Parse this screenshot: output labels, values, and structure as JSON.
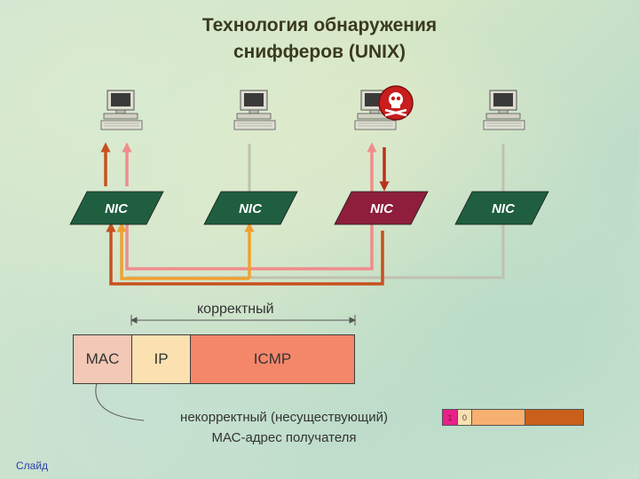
{
  "slide": {
    "title_line1": "Технология обнаружения",
    "title_line2": "снифферов (UNIX)",
    "footer": "Слайд"
  },
  "nodes": [
    {
      "label": "NIC",
      "color": "#1f5e3f",
      "sniffer": false
    },
    {
      "label": "NIC",
      "color": "#1f5e3f",
      "sniffer": false
    },
    {
      "label": "NIC",
      "color": "#8e1e3c",
      "sniffer": true
    },
    {
      "label": "NIC",
      "color": "#1f5e3f",
      "sniffer": false
    }
  ],
  "packet": {
    "fields": [
      "MAC",
      "IP",
      "ICMP"
    ],
    "bracket_label": "корректный",
    "note_line1": "некорректный (несуществующий)",
    "note_line2": "МАС-адрес получателя"
  },
  "bits": [
    "1",
    "0",
    "",
    ""
  ],
  "colors": {
    "request_arrow": "#c8501e",
    "reply_arrow": "#f0a030",
    "pink_arrow": "#f08c8c",
    "dark_red_arrow": "#b8321e",
    "bus": "#c0c0b0",
    "skull_badge": "#c81e1e"
  },
  "icons": [
    "computer-icon",
    "skull-icon"
  ]
}
